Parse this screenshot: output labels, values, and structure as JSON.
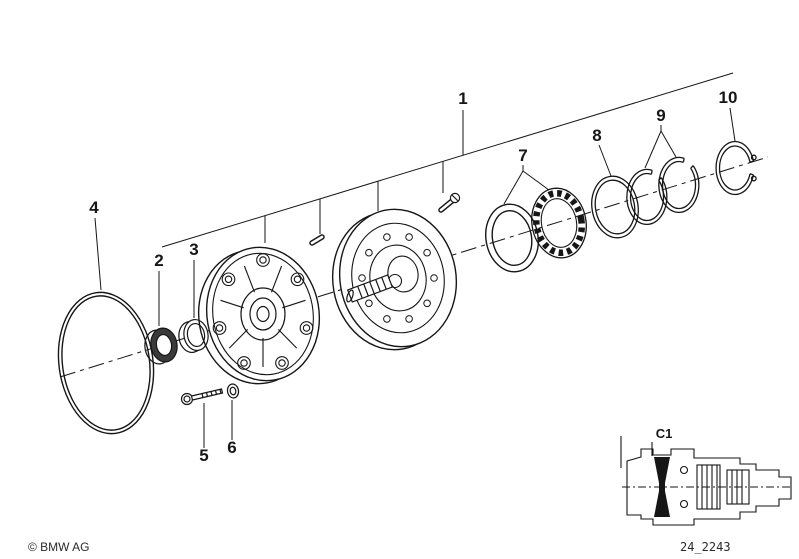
{
  "page": {
    "colors": {
      "background": "#ffffff",
      "line": "#161616"
    }
  },
  "callouts": {
    "n1": "1",
    "n2": "2",
    "n3": "3",
    "n4": "4",
    "n5": "5",
    "n6": "6",
    "n7": "7",
    "n8": "8",
    "n9": "9",
    "n10": "10"
  },
  "inset": {
    "clutch_label": "C1"
  },
  "footer": {
    "copyright": "© BMW AG",
    "diagram_code": "24_2243"
  }
}
